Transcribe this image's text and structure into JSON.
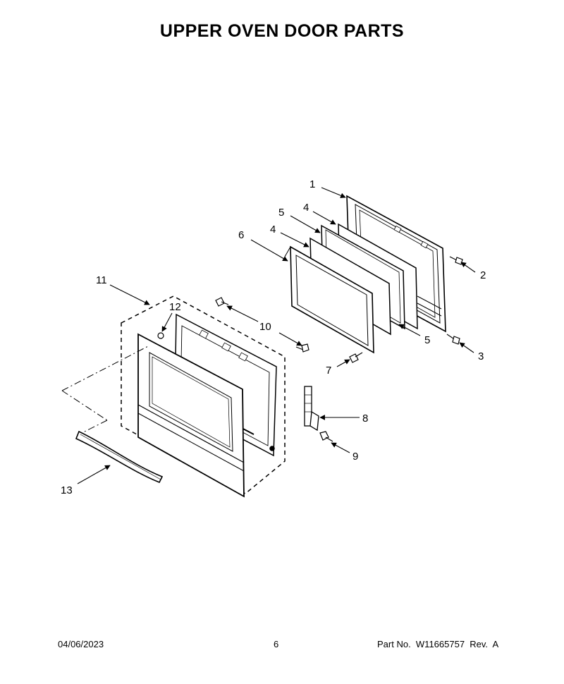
{
  "title": "UPPER OVEN DOOR PARTS",
  "callouts": {
    "c1": "1",
    "c2": "2",
    "c3": "3",
    "c4a": "4",
    "c4b": "4",
    "c5a": "5",
    "c5b": "5",
    "c6": "6",
    "c7": "7",
    "c8": "8",
    "c9": "9",
    "c10": "10",
    "c11": "11",
    "c12": "12",
    "c13": "13"
  },
  "footer": {
    "date": "04/06/2023",
    "page": "6",
    "part": "Part No.  W11665757  Rev.  A"
  }
}
